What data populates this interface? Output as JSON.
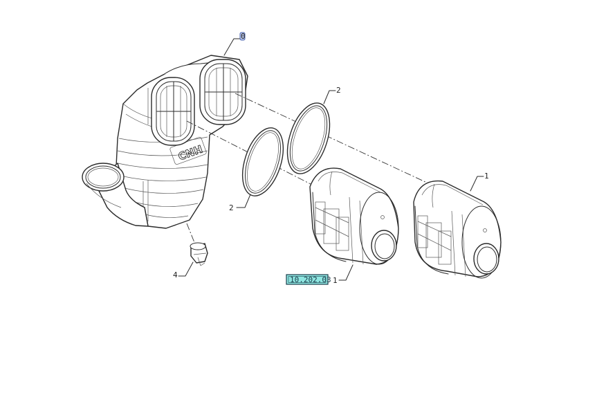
{
  "callouts": {
    "main_assembly": "0",
    "gasket_upper": "2",
    "gasket_lower": "2",
    "filter_right": "1",
    "filter_left": "1",
    "valve": "4"
  },
  "reference_tag": "10.202.03",
  "brand_mark": "CNH",
  "colors": {
    "hotspot_fill": "#b9c6ea",
    "hotspot_stroke": "#4a64b0",
    "tag_fill": "#8fe6e1",
    "tag_stroke": "#1a3d4a",
    "line": "#2a2a2a"
  }
}
